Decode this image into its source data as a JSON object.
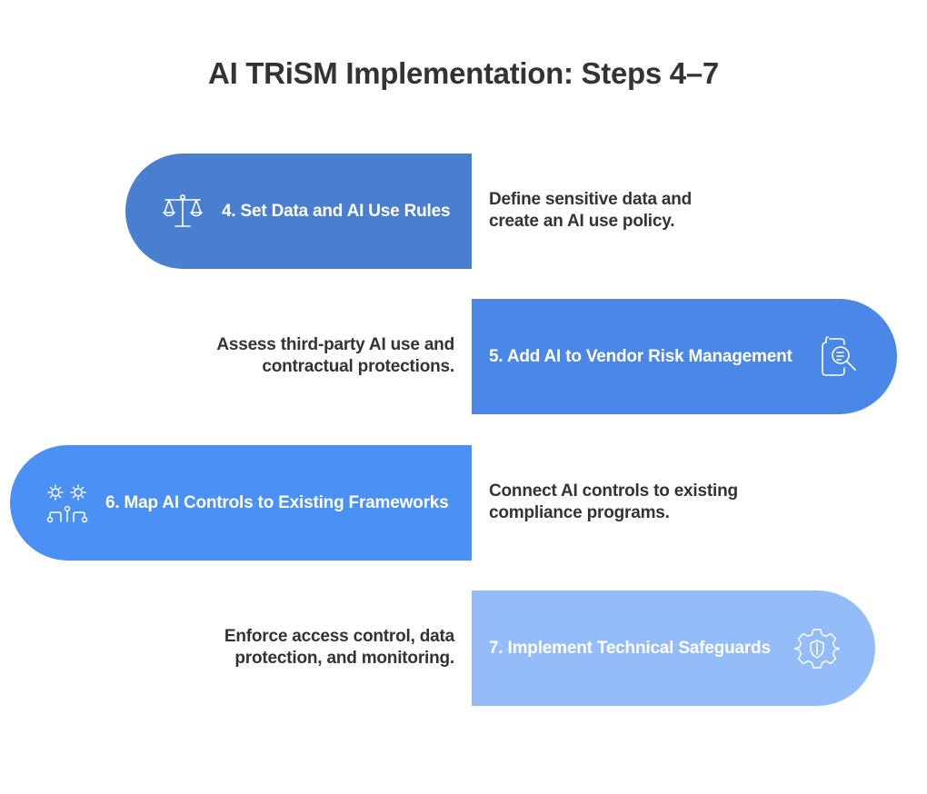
{
  "title": "AI TRiSM Implementation: Steps 4–7",
  "steps": [
    {
      "label": "4. Set Data and AI Use Rules",
      "icon": "scales-icon",
      "color": "#4A7FD0",
      "description": [
        "Define sensitive data and",
        "create an AI use policy."
      ]
    },
    {
      "label": "5. Add AI to Vendor Risk Management",
      "icon": "document-search-icon",
      "color": "#4A87E6",
      "description": [
        "Assess third-party AI use and",
        "contractual protections."
      ]
    },
    {
      "label": "6. Map AI Controls to Existing Frameworks",
      "icon": "gears-network-icon",
      "color": "#4A90F5",
      "description": [
        "Connect AI controls to existing",
        "compliance programs."
      ]
    },
    {
      "label": "7. Implement Technical Safeguards",
      "icon": "gear-shield-icon",
      "color": "#93BCF9",
      "description": [
        "Enforce access control, data",
        "protection, and monitoring."
      ]
    }
  ]
}
